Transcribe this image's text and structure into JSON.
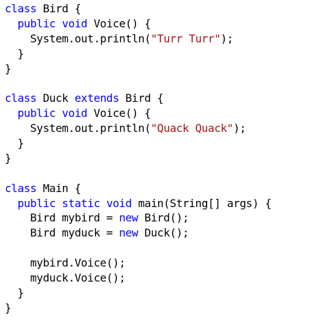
{
  "code": {
    "language": "Java",
    "colors": {
      "keyword": "#0000ff",
      "string": "#a31515",
      "plain": "#000000",
      "background": "#ffffff"
    },
    "lines": [
      [
        {
          "t": "k",
          "v": "class"
        },
        {
          "t": "p",
          "v": " Bird {"
        }
      ],
      [
        {
          "t": "p",
          "v": "  "
        },
        {
          "t": "k",
          "v": "public"
        },
        {
          "t": "p",
          "v": " "
        },
        {
          "t": "k",
          "v": "void"
        },
        {
          "t": "p",
          "v": " Voice() {"
        }
      ],
      [
        {
          "t": "p",
          "v": "    System.out.println("
        },
        {
          "t": "s",
          "v": "\"Turr Turr\""
        },
        {
          "t": "p",
          "v": ");"
        }
      ],
      [
        {
          "t": "p",
          "v": "  }"
        }
      ],
      [
        {
          "t": "p",
          "v": "}"
        }
      ],
      [],
      [
        {
          "t": "k",
          "v": "class"
        },
        {
          "t": "p",
          "v": " Duck "
        },
        {
          "t": "k",
          "v": "extends"
        },
        {
          "t": "p",
          "v": " Bird {"
        }
      ],
      [
        {
          "t": "p",
          "v": "  "
        },
        {
          "t": "k",
          "v": "public"
        },
        {
          "t": "p",
          "v": " "
        },
        {
          "t": "k",
          "v": "void"
        },
        {
          "t": "p",
          "v": " Voice() {"
        }
      ],
      [
        {
          "t": "p",
          "v": "    System.out.println("
        },
        {
          "t": "s",
          "v": "\"Quack Quack\""
        },
        {
          "t": "p",
          "v": ");"
        }
      ],
      [
        {
          "t": "p",
          "v": "  }"
        }
      ],
      [
        {
          "t": "p",
          "v": "}"
        }
      ],
      [],
      [
        {
          "t": "k",
          "v": "class"
        },
        {
          "t": "p",
          "v": " Main {"
        }
      ],
      [
        {
          "t": "p",
          "v": "  "
        },
        {
          "t": "k",
          "v": "public"
        },
        {
          "t": "p",
          "v": " "
        },
        {
          "t": "k",
          "v": "static"
        },
        {
          "t": "p",
          "v": " "
        },
        {
          "t": "k",
          "v": "void"
        },
        {
          "t": "p",
          "v": " main(String[] args) {"
        }
      ],
      [
        {
          "t": "p",
          "v": "    Bird mybird = "
        },
        {
          "t": "k",
          "v": "new"
        },
        {
          "t": "p",
          "v": " Bird();"
        }
      ],
      [
        {
          "t": "p",
          "v": "    Bird myduck = "
        },
        {
          "t": "k",
          "v": "new"
        },
        {
          "t": "p",
          "v": " Duck();"
        }
      ],
      [],
      [
        {
          "t": "p",
          "v": "    mybird.Voice();"
        }
      ],
      [
        {
          "t": "p",
          "v": "    myduck.Voice();"
        }
      ],
      [
        {
          "t": "p",
          "v": "  }"
        }
      ],
      [
        {
          "t": "p",
          "v": "}"
        }
      ]
    ]
  }
}
